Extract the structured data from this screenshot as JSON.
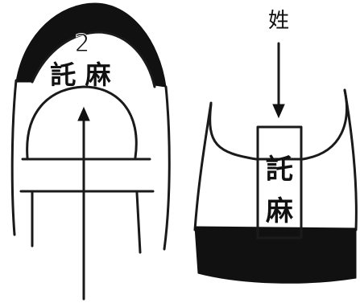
{
  "left_shoe": {
    "grade_number": "2",
    "name_text": "託 麻"
  },
  "right_shoe": {
    "name_char_top": "託",
    "name_char_bottom": "麻"
  },
  "annotations": {
    "surname_label": "姓"
  }
}
